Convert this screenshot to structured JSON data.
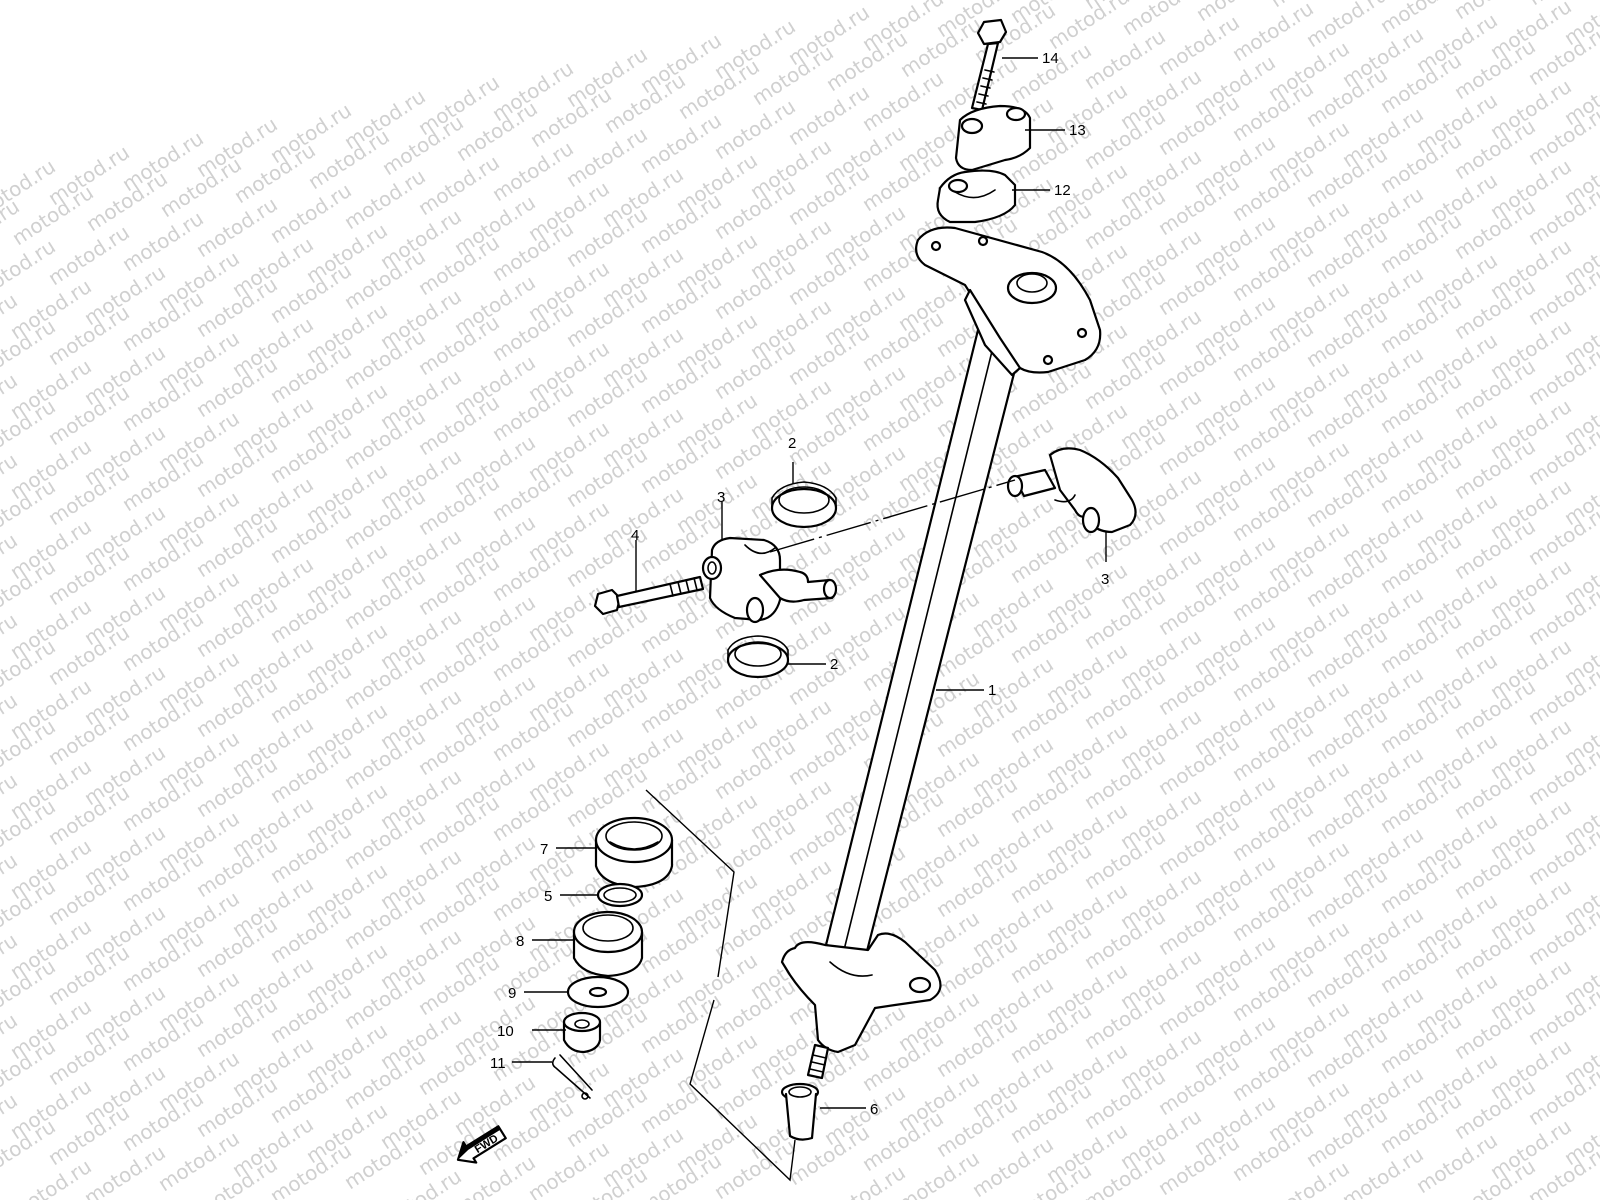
{
  "diagram": {
    "watermark": "motod.ru",
    "fwd_label": "FWD",
    "callouts": {
      "c1": "1",
      "c2a": "2",
      "c2b": "2",
      "c3a": "3",
      "c3b": "3",
      "c4": "4",
      "c5": "5",
      "c6": "6",
      "c7": "7",
      "c8": "8",
      "c9": "9",
      "c10": "10",
      "c11": "11",
      "c12": "12",
      "c13": "13",
      "c14": "14"
    }
  }
}
